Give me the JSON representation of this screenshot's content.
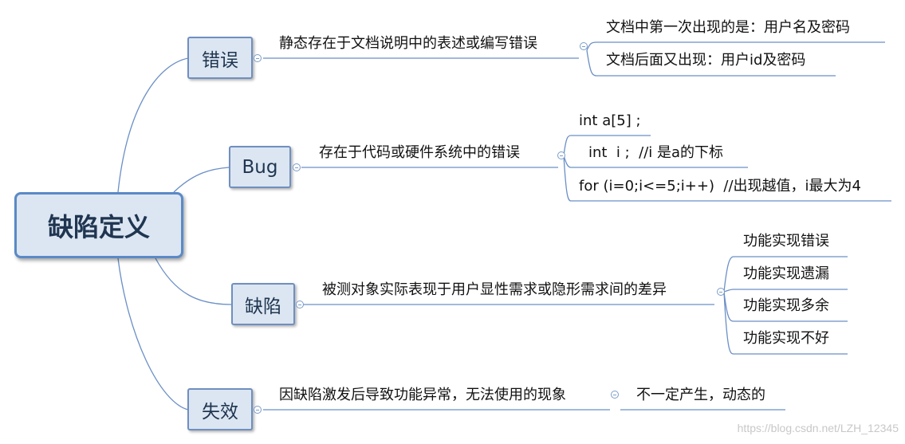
{
  "root": {
    "label": "缺陷定义"
  },
  "branches": [
    {
      "title": "错误",
      "description": "静态存在于文档说明中的表述或编写错误",
      "items": [
        "文档中第一次出现的是：用户名及密码",
        "文档后面又出现：用户id及密码"
      ]
    },
    {
      "title": "Bug",
      "description": "存在于代码或硬件系统中的错误",
      "items": [
        "int a[5] ;",
        "int  i ;  //i 是a的下标",
        "for (i=0;i<=5;i++)  //出现越值，i最大为4"
      ]
    },
    {
      "title": "缺陷",
      "description": "被测对象实际表现于用户显性需求或隐形需求间的差异",
      "items": [
        "功能实现错误",
        "功能实现遗漏",
        "功能实现多余",
        "功能实现不好"
      ]
    },
    {
      "title": "失效",
      "description": "因缺陷激发后导致功能异常，无法使用的现象",
      "items": [
        "不一定产生，动态的"
      ]
    }
  ],
  "watermark": "https://blog.csdn.net/LZH_12345",
  "colors": {
    "line": "#6b8fc6",
    "node_fill": "#dce6f2",
    "node_border": "#6f8fbf",
    "root_border": "#5a8ac6"
  }
}
